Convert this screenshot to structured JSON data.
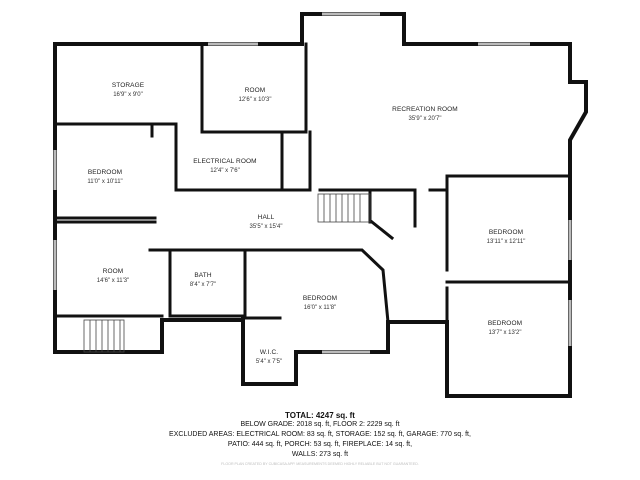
{
  "rooms": [
    {
      "id": "storage",
      "name": "STORAGE",
      "dims": "16'9\" x 9'0\""
    },
    {
      "id": "room_top",
      "name": "ROOM",
      "dims": "12'6\" x 10'3\""
    },
    {
      "id": "recreation",
      "name": "RECREATION ROOM",
      "dims": "35'9\" x 20'7\""
    },
    {
      "id": "bedroom_left",
      "name": "BEDROOM",
      "dims": "11'0\" x 10'11\""
    },
    {
      "id": "electrical",
      "name": "ELECTRICAL ROOM",
      "dims": "12'4\" x 7'6\""
    },
    {
      "id": "hall",
      "name": "HALL",
      "dims": "35'5\" x 15'4\""
    },
    {
      "id": "bedroom_r1",
      "name": "BEDROOM",
      "dims": "13'11\" x 12'11\""
    },
    {
      "id": "room_left",
      "name": "ROOM",
      "dims": "14'6\" x 11'3\""
    },
    {
      "id": "bath",
      "name": "BATH",
      "dims": "8'4\" x 7'7\""
    },
    {
      "id": "bedroom_c",
      "name": "BEDROOM",
      "dims": "16'0\" x 11'8\""
    },
    {
      "id": "bedroom_r2",
      "name": "BEDROOM",
      "dims": "13'7\" x 13'2\""
    },
    {
      "id": "wic",
      "name": "W.I.C.",
      "dims": "5'4\" x 7'5\""
    }
  ],
  "summary": {
    "total": "TOTAL: 4247 sq. ft",
    "line1": "BELOW GRADE: 2018 sq. ft, FLOOR 2: 2229 sq. ft",
    "line2": "EXCLUDED AREAS: ELECTRICAL ROOM: 83 sq. ft, STORAGE: 152 sq. ft, GARAGE: 770 sq. ft,",
    "line3": "PATIO: 444 sq. ft, PORCH: 53 sq. ft, FIREPLACE: 14 sq. ft,",
    "line4": "WALLS: 273 sq. ft",
    "credit": "FLOOR PLAN CREATED BY CUBICASA APP. MEASUREMENTS DEEMED HIGHLY RELIABLE BUT NOT GUARANTEED."
  },
  "colors": {
    "wall": "#111111",
    "thin_line": "#444444",
    "window": "#bbbbbb"
  }
}
